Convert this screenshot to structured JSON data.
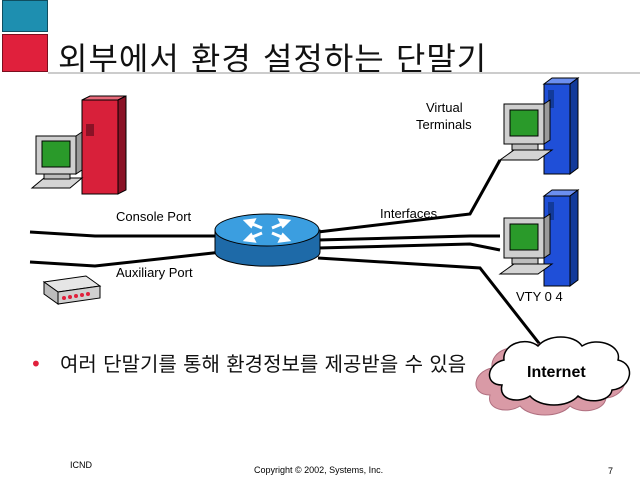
{
  "title": "외부에서 환경 설정하는 단말기",
  "labels": {
    "virtual_terminals_1": "Virtual",
    "virtual_terminals_2": "Terminals",
    "console_port": "Console Port",
    "interfaces": "Interfaces",
    "auxiliary_port": "Auxiliary Port",
    "vty": "VTY 0 4",
    "internet": "Internet"
  },
  "bullet": "여러 단말기를 통해 환경정보를 제공받을 수 있음",
  "footer": {
    "left": "ICND",
    "center": "Copyright © 2002, Systems, Inc.",
    "page": "7"
  },
  "colors": {
    "teal": "#1e8fb0",
    "red": "#e0203c",
    "router": "#2f8fd0",
    "terminal_blue": "#1f4fd8",
    "cloud": "#d99aa6"
  }
}
